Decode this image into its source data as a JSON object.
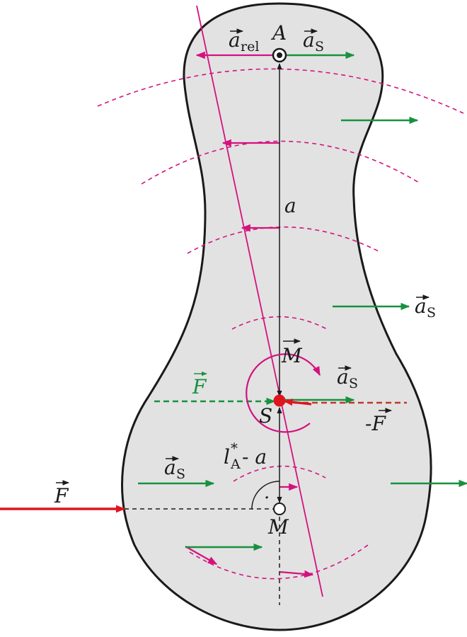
{
  "colors": {
    "body_fill": "#e2e2e2",
    "outline": "#1a1a1a",
    "magenta": "#d4127f",
    "green": "#17913f",
    "red": "#e0141e",
    "dark_red": "#c0392b",
    "black": "#1a1a1a"
  },
  "labels": {
    "point_a": "A",
    "a_rel_base": "a",
    "a_rel_sub": "rel",
    "a_s_base": "a",
    "a_s_sub": "S",
    "length_a": "a",
    "moment": "M",
    "force": "F",
    "neg_force": "-F",
    "point_s": "S",
    "l_base": "l",
    "l_sup": "*",
    "l_sub": "A",
    "l_rest": "- a",
    "point_m": "M",
    "right_angle_dot": "·"
  },
  "icons": {
    "vector_arrow": "right-harpoon-arrow",
    "pivot": "pivot-bearing-icon",
    "center_of_mass": "center-of-mass-dot",
    "percussion_center": "percussion-center-circle"
  }
}
